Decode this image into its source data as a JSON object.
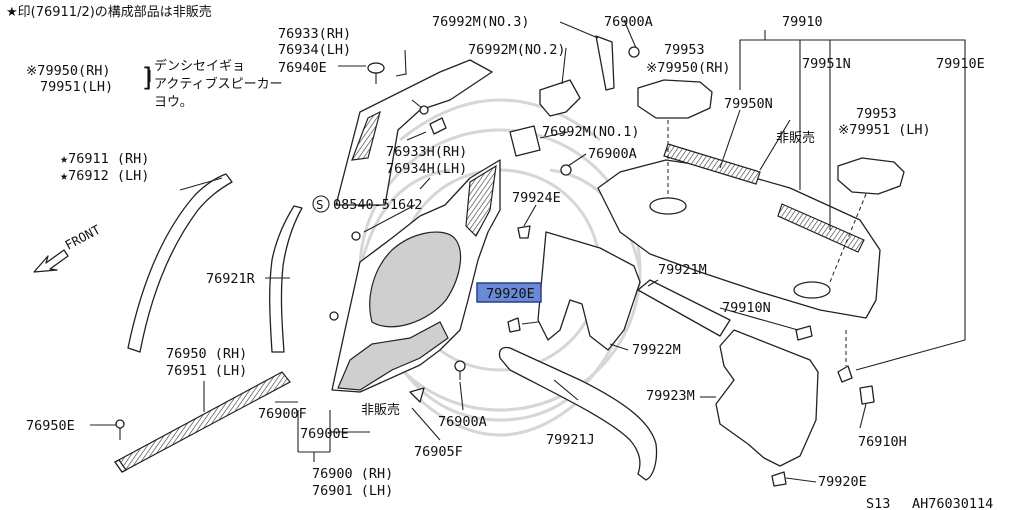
{
  "header": {
    "note_line": "★印(76911/2)の構成部品は非販売"
  },
  "labels": {
    "p79950_rh": "※79950(RH)",
    "p79951_lh": "79951(LH)",
    "speaker_note_1": "デンシセイギョ",
    "speaker_note_2": "アクティブスピーカー",
    "speaker_note_3": "ヨウ。",
    "p76933_rh": "76933(RH)",
    "p76934_lh": "76934(LH)",
    "p76940e": "76940E",
    "p76911_rh": "★76911 (RH)",
    "p76912_lh": "★76912 (LH)",
    "front": "FRONT",
    "p76933h_rh": "76933H(RH)",
    "p76934h_lh": "76934H(LH)",
    "p08540": "08540-51642",
    "p08540_prefix": "S",
    "p76921r": "76921R",
    "p76950_rh": "76950 (RH)",
    "p76951_lh": "76951 (LH)",
    "p76950e": "76950E",
    "p76900f": "76900F",
    "p76900e": "76900E",
    "p76900_rh": "76900 (RH)",
    "p76901_lh": "76901 (LH)",
    "not_sold_1": "非販売",
    "p76900a_lower": "76900A",
    "p76905f": "76905F",
    "p76992m_3": "76992M(NO.3)",
    "p76992m_2": "76992M(NO.2)",
    "p76992m_1": "76992M(NO.1)",
    "p76900a_top": "76900A",
    "p76900a_mid": "76900A",
    "p79924e": "79924E",
    "p79920e_sel": "79920E",
    "p79910": "79910",
    "p79953_top": "79953",
    "p79950_rh_top": "※79950(RH)",
    "p79951n": "79951N",
    "p79910e": "79910E",
    "p79950n": "79950N",
    "not_sold_2": "非販売",
    "p79953_mid": "79953",
    "p79951_lh_mid": "※79951 (LH)",
    "p79921m": "79921M",
    "p79910n": "79910N",
    "p79922m": "79922M",
    "p79923m": "79923M",
    "p79921j": "79921J",
    "p76910h": "76910H",
    "p79920e_bottom": "79920E",
    "footer_model": "S13",
    "footer_code": "AH76030114"
  },
  "colors": {
    "selection_fill": "#6b8ad6",
    "selection_border": "#2a3f8f",
    "ink": "#111111",
    "watermark": "#d6d6d6"
  },
  "selected_part": "79920E"
}
